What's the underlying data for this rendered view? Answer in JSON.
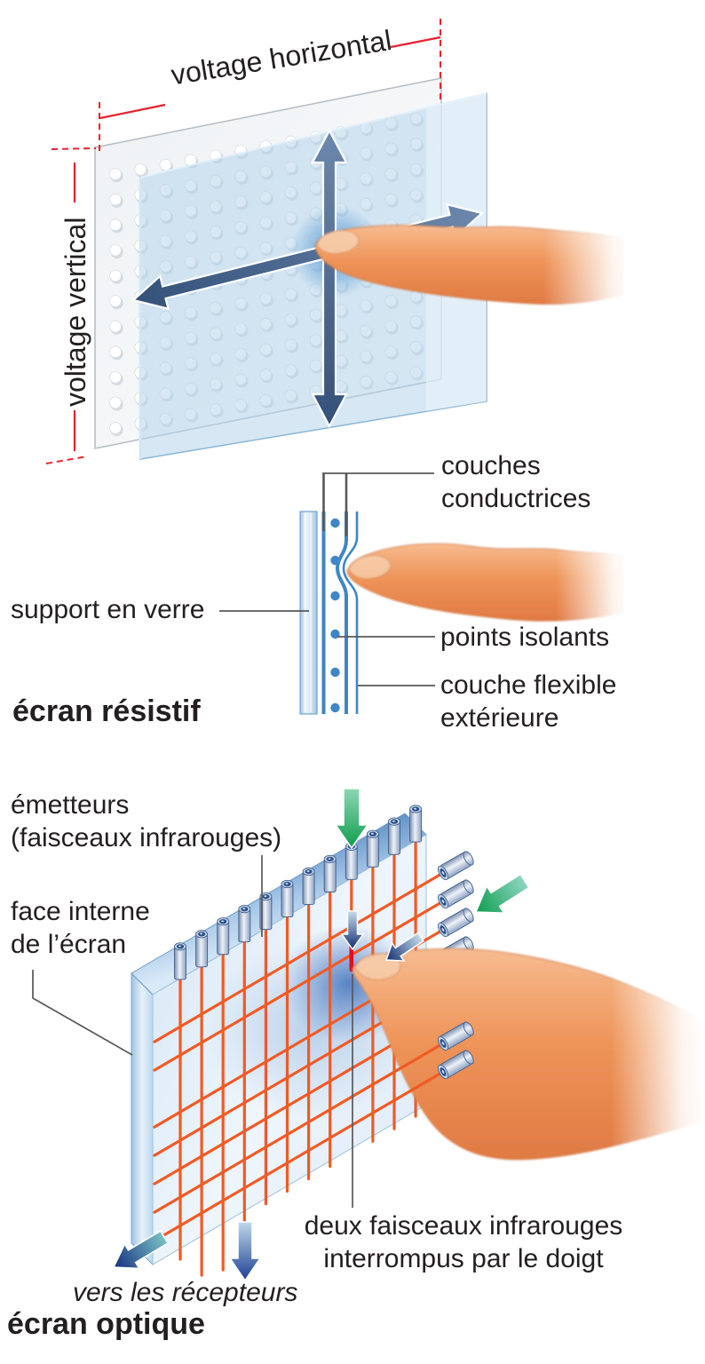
{
  "colors": {
    "label_text": "#231f20",
    "dimension_red": "#e8212e",
    "steel_arrow": "#3f5d85",
    "glass_blue": "#b3d3ea",
    "conductive_blue": "#3e86c7",
    "beam_orange": "#f15a24",
    "interrupted_red": "#e30d1e",
    "green_arrow": "#12a24b",
    "navy_arrow": "#1a3a7c",
    "finger_orange": "#ee9459"
  },
  "resistive_overview": {
    "voltage_horizontal": "voltage horizontal",
    "voltage_vertical": "voltage vertical"
  },
  "resistive_section": {
    "label_couches_line1": "couches",
    "label_couches_line2": "conductrices",
    "label_support": "support en verre",
    "label_points": "points isolants",
    "label_flexible_line1": "couche flexible",
    "label_flexible_line2": "extérieure",
    "title": "écran résistif"
  },
  "optical_section": {
    "label_emetteurs_line1": "émetteurs",
    "label_emetteurs_line2": "(faisceaux infrarouges)",
    "label_face_line1": "face interne",
    "label_face_line2": "de l’écran",
    "label_interrupted_line1": "deux faisceaux infrarouges",
    "label_interrupted_line2": "interrompus par le doigt",
    "label_receivers": "vers les récepteurs",
    "title": "écran optique"
  }
}
